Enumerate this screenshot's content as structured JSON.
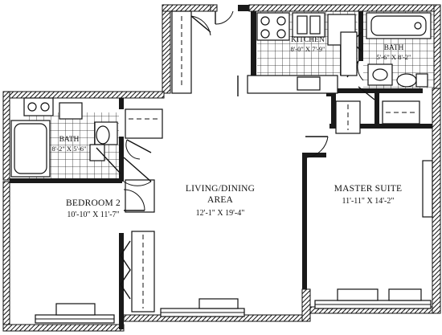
{
  "rooms": {
    "kitchen": {
      "name": "KITCHEN",
      "dimensions": "8'-0\" X 7'-9\""
    },
    "bath_top": {
      "name": "BATH",
      "dimensions": "5'-6\" X 8'-2\""
    },
    "bath_left": {
      "name": "BATH",
      "dimensions": "8'-2\" X 5'-6\""
    },
    "bedroom2": {
      "name": "BEDROOM 2",
      "dimensions": "10'-10\" X 11'-7\""
    },
    "living": {
      "name_line1": "LIVING/DINING",
      "name_line2": "AREA",
      "dimensions": "12'-1\" X 19'-4\""
    },
    "master": {
      "name": "MASTER SUITE",
      "dimensions": "11'-11\" X 14'-2\""
    }
  }
}
